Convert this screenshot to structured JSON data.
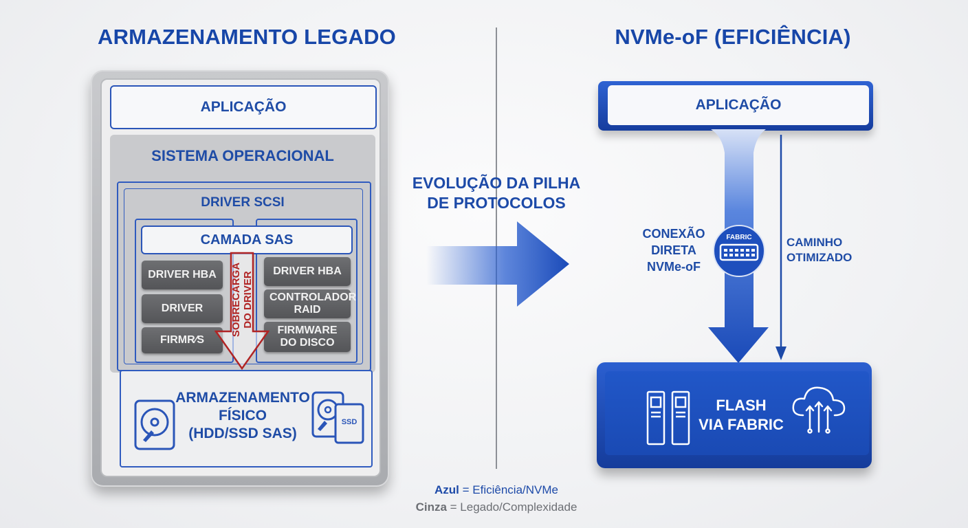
{
  "left": {
    "title": "ARMAZENAMENTO LEGADO",
    "app_label": "APLICAÇÃO",
    "os_label": "SISTEMA OPERACIONAL",
    "scsi_label": "DRIVER SCSI",
    "sas_label": "CAMADA SAS",
    "left_chips": [
      "DRIVER HBA",
      "DRIVER",
      "FIRMR⁄⁠S"
    ],
    "right_chips": [
      "DRIVER HBA",
      "CONTROLADOR RAID",
      "FIRMWARE DO DISCO"
    ],
    "overhead_line1": "SOBRECARGA",
    "overhead_line2": "DO DRIVER",
    "storage_line1": "ARMAZENAMENTO",
    "storage_line2": "FÍSICO",
    "storage_line3": "(HDD/SSD SAS)",
    "ssd_label": "SSD"
  },
  "center": {
    "line1": "EVOLUÇÃO DA PILHA",
    "line2": "DE PROTOCOLOS"
  },
  "right": {
    "title": "NVMe-oF (EFICIÊNCIA)",
    "app_label": "APLICAÇÃO",
    "direct_line1": "CONEXÃO",
    "direct_line2": "DIRETA",
    "direct_line3": "NVMe-oF",
    "fabric_label": "FABRIC",
    "path_line1": "CAMINHO",
    "path_line2": "OTIMIZADO",
    "flash_line1": "FLASH",
    "flash_line2": "VIA FABRIC"
  },
  "legend": {
    "blue_key": "Azul",
    "blue_value": " = Eficiência/NVMe",
    "gray_key": "Cinza",
    "gray_value": " = Legado/Complexidade"
  },
  "colors": {
    "accent_blue": "#1746a8",
    "legacy_gray": "#a9abaf",
    "overhead_red": "#b02424"
  }
}
